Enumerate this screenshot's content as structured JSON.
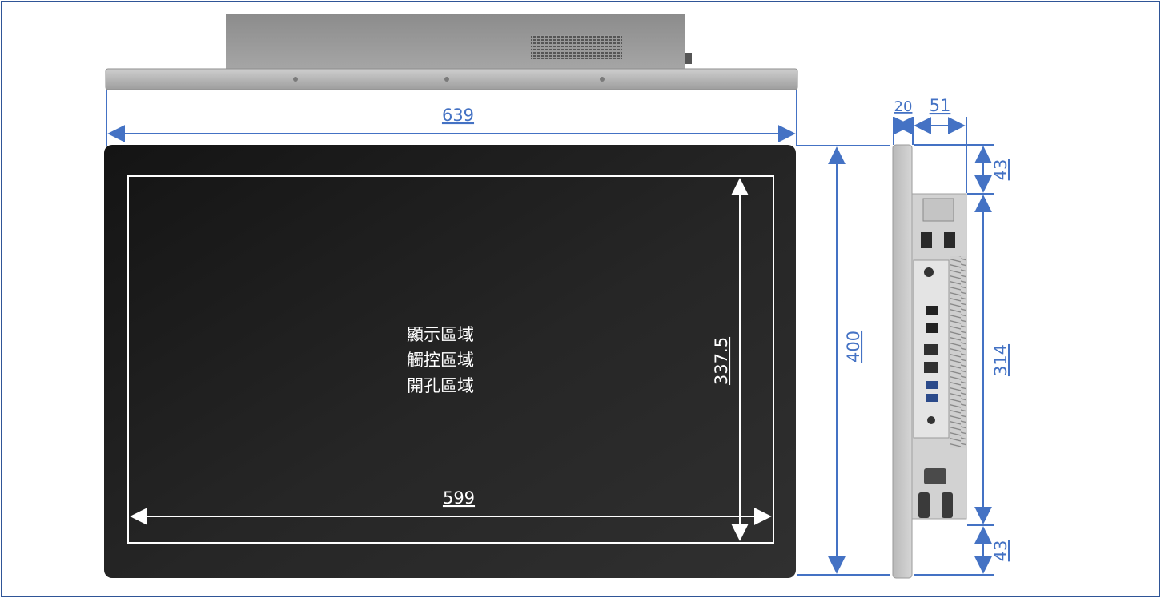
{
  "dimensions": {
    "overall_width": "639",
    "overall_height": "400",
    "active_width": "599",
    "active_height": "337.5",
    "side_bezel_depth": "20",
    "side_body_depth": "51",
    "side_top_margin": "43",
    "side_middle": "314",
    "side_bottom_margin": "43"
  },
  "area_labels": [
    "顯示區域",
    "觸控區域",
    "開孔區域"
  ],
  "colors": {
    "dimension_line": "#4472c4",
    "panel": "#1b1b1b",
    "housing": "#a8a8a8",
    "frame_border": "#2f5597"
  }
}
